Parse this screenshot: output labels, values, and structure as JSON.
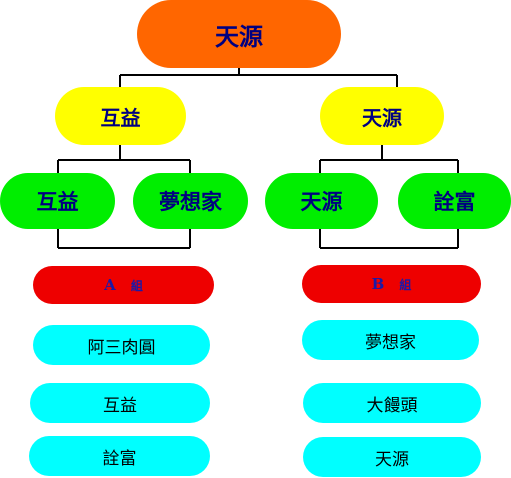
{
  "root": {
    "label": "天源"
  },
  "left": {
    "head": "互益",
    "children": [
      "互益",
      "夢想家"
    ],
    "group": {
      "letter": "A",
      "suffix": "組"
    },
    "members": [
      "阿三肉圓",
      "互益",
      "詮富"
    ]
  },
  "right": {
    "head": "天源",
    "children": [
      "天源",
      "詮富"
    ],
    "group": {
      "letter": "B",
      "suffix": "組"
    },
    "members": [
      "夢想家",
      "大饅頭",
      "天源"
    ]
  },
  "colors": {
    "root": "#ff6600",
    "level1": "#ffff00",
    "level2": "#00ee00",
    "group": "#ee0000",
    "member": "#00ffff",
    "text": "#000080"
  }
}
